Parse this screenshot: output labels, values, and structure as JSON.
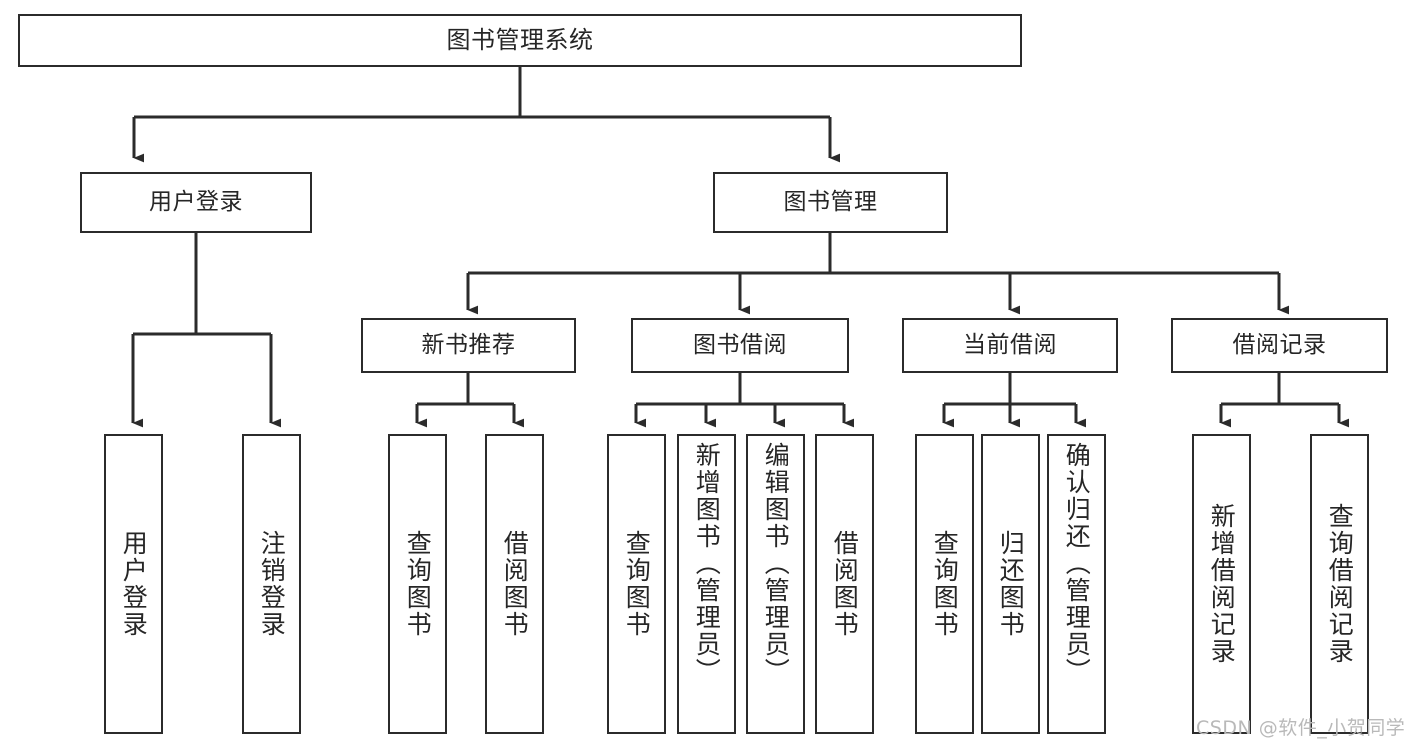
{
  "diagram": {
    "type": "tree",
    "title": "图书管理系统",
    "orientation": "top-down",
    "colors": {
      "box_border": "#2b2b2b",
      "box_fill": "#ffffff",
      "connector": "#2b2b2b",
      "text": "#262626",
      "watermark": "#b9b9b9",
      "background": "#ffffff"
    },
    "root": {
      "label": "图书管理系统"
    },
    "level2": [
      {
        "label": "用户登录"
      },
      {
        "label": "图书管理"
      }
    ],
    "level3": [
      {
        "label": "新书推荐"
      },
      {
        "label": "图书借阅"
      },
      {
        "label": "当前借阅"
      },
      {
        "label": "借阅记录"
      }
    ],
    "leaves": {
      "user_login": [
        {
          "label": "用户登录"
        },
        {
          "label": "注销登录"
        }
      ],
      "new_book_recommend": [
        {
          "label": "查询图书"
        },
        {
          "label": "借阅图书"
        }
      ],
      "book_borrow": [
        {
          "label": "查询图书"
        },
        {
          "label": "新增图书（管理员）"
        },
        {
          "label": "编辑图书（管理员）"
        },
        {
          "label": "借阅图书"
        }
      ],
      "current_borrow": [
        {
          "label": "查询图书"
        },
        {
          "label": "归还图书"
        },
        {
          "label": "确认归还（管理员）"
        }
      ],
      "borrow_record": [
        {
          "label": "新增借阅记录"
        },
        {
          "label": "查询借阅记录"
        }
      ]
    }
  },
  "watermark": {
    "text": "CSDN @软件_小贺同学"
  }
}
